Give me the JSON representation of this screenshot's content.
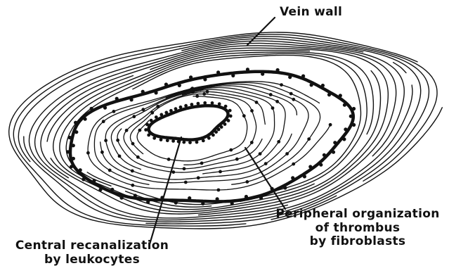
{
  "labels": {
    "vein_wall": "Vein wall",
    "central_recanalization": [
      "Central recanalization",
      "by leukocytes"
    ],
    "peripheral_organization": [
      "Peripheral organization",
      "of thrombus",
      "by fibroblasts"
    ]
  },
  "colors": {
    "ink": "#111111",
    "background": "#ffffff"
  }
}
